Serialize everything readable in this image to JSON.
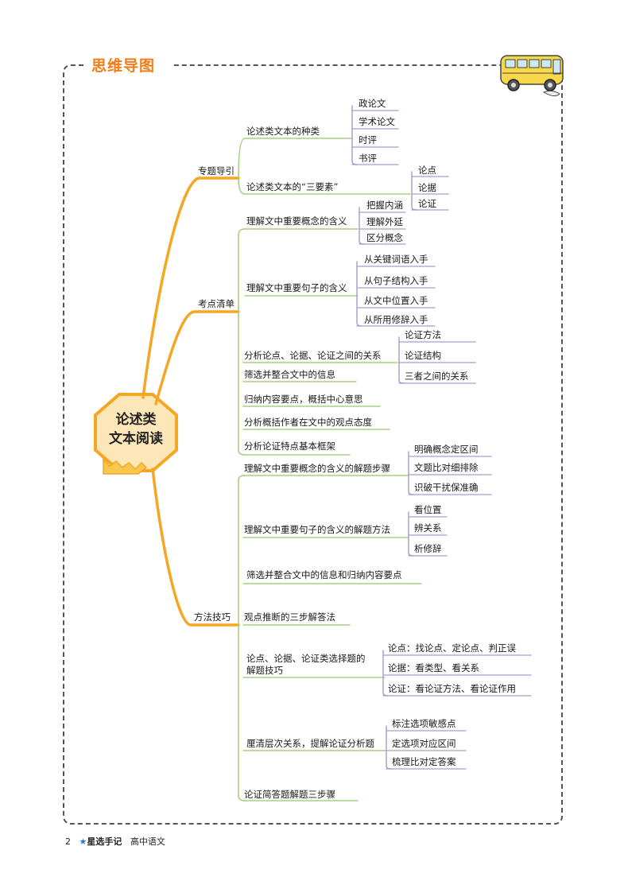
{
  "header": {
    "title": "思维导图"
  },
  "center": {
    "line1": "论述类",
    "line2": "文本阅读"
  },
  "branches": [
    {
      "label": "专题导引",
      "children": [
        {
          "label": "论述类文本的种类",
          "leaves": [
            "政论文",
            "学术论文",
            "时评",
            "书评"
          ]
        },
        {
          "label": "论述类文本的“三要素”",
          "leaves": [
            "论点",
            "论据",
            "论证"
          ]
        }
      ]
    },
    {
      "label": "考点清单",
      "children": [
        {
          "label": "理解文中重要概念的含义",
          "leaves": [
            "把握内涵",
            "理解外延",
            "区分概念"
          ]
        },
        {
          "label": "理解文中重要句子的含义",
          "leaves": [
            "从关键词语入手",
            "从句子结构入手",
            "从文中位置入手",
            "从所用修辞入手"
          ]
        },
        {
          "label": "分析论点、论据、论证之间的关系",
          "leaves": [
            "论证方法",
            "论证结构",
            "三者之间的关系"
          ]
        },
        {
          "label": "筛选并整合文中的信息",
          "leaves": []
        },
        {
          "label": "归纳内容要点，概括中心意思",
          "leaves": []
        },
        {
          "label": "分析概括作者在文中的观点态度",
          "leaves": []
        },
        {
          "label": "分析论证特点基本框架",
          "leaves": []
        }
      ]
    },
    {
      "label": "方法技巧",
      "children": [
        {
          "label": "理解文中重要概念的含义的解题步骤",
          "leaves": [
            "明确概念定区间",
            "文题比对细排除",
            "识破干扰保准确"
          ]
        },
        {
          "label": "理解文中重要句子的含义的解题方法",
          "leaves": [
            "看位置",
            "辨关系",
            "析修辞"
          ]
        },
        {
          "label": "筛选并整合文中的信息和归纳内容要点",
          "leaves": []
        },
        {
          "label": "观点推断的三步解答法",
          "leaves": []
        },
        {
          "label": "论点、论据、论证类选择题的",
          "label2": "解题技巧",
          "leaves": [
            "论点：找论点、定论点、判正误",
            "论据：看类型、看关系",
            "论证：看论证方法、看论证作用"
          ]
        },
        {
          "label": "厘清层次关系，提解论证分析题",
          "leaves": [
            "标注选项敏感点",
            "定选项对应区间",
            "梳理比对定答案"
          ]
        },
        {
          "label": "论证简答题解题三步骤",
          "leaves": []
        }
      ]
    }
  ],
  "footer": {
    "page_number": "2",
    "brand": "星选手记",
    "subject": "高中语文"
  },
  "colors": {
    "orange": "#f5a623",
    "title_orange": "#ee7d1a",
    "green": "#a8cf82",
    "purple": "#a99ad0",
    "frame": "#555555"
  }
}
